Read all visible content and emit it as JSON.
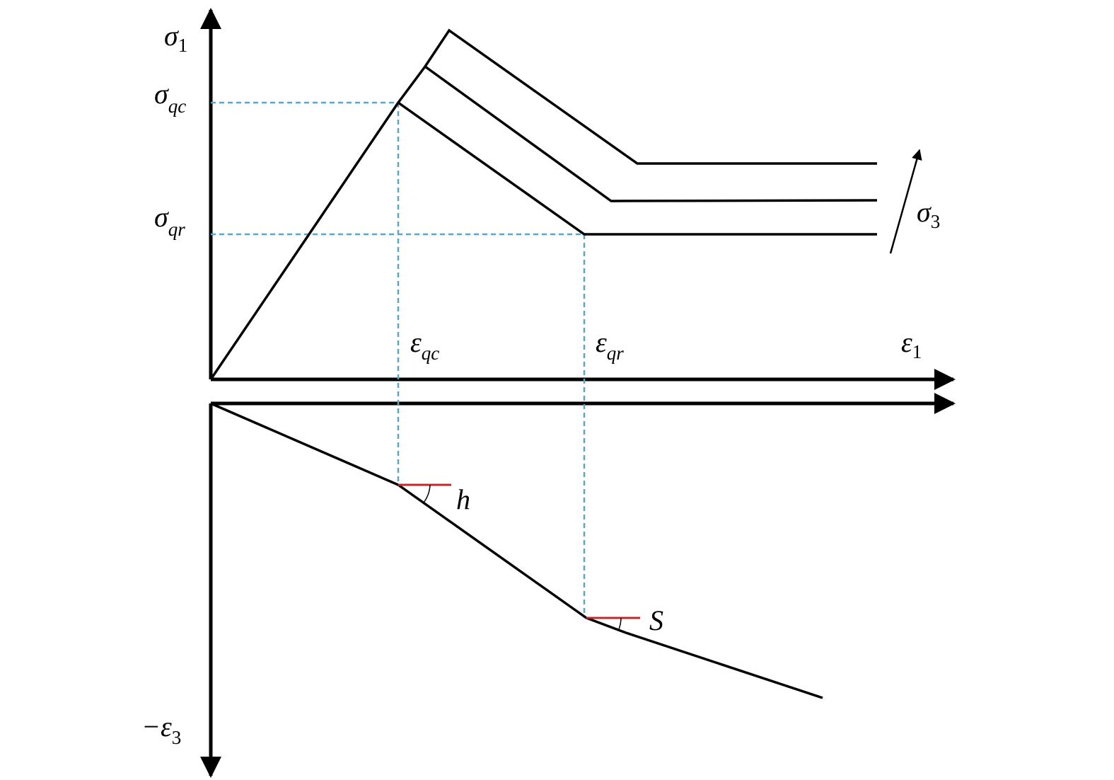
{
  "colors": {
    "line": "#000000",
    "guide": "#5aa6c8",
    "angle_marker": "#c0282b"
  },
  "labels": {
    "sigma1": {
      "main": "σ",
      "sub": "1"
    },
    "sigma_qc": {
      "main": "σ",
      "sub": "qc"
    },
    "sigma_qr": {
      "main": "σ",
      "sub": "qr"
    },
    "sigma3": {
      "main": "σ",
      "sub": "3"
    },
    "eps_qc": {
      "main": "ε",
      "sub": "qc"
    },
    "eps_qr": {
      "main": "ε",
      "sub": "qr"
    },
    "eps1": {
      "main": "ε",
      "sub": "1"
    },
    "neg_eps3": {
      "main": "−ε",
      "sub": "3"
    },
    "h": "h",
    "S": "S"
  }
}
